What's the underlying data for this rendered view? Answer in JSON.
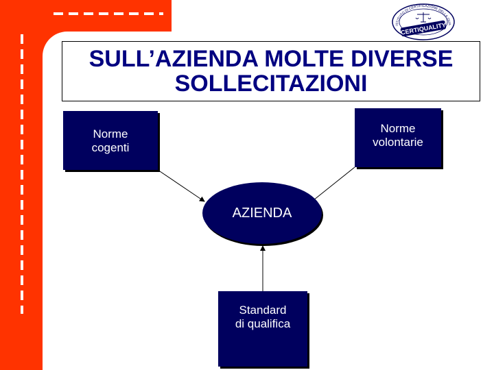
{
  "title": "SULL’AZIENDA MOLTE DIVERSE\nSOLLECITAZIONI",
  "logo": {
    "text": "CERTIQUALITY",
    "ring_text": "ISTITUTO DI CERTIFICAZIONE DELLA QUALITÀ",
    "icon": "scales-icon"
  },
  "nodes": {
    "cogenti": "Norme\ncogenti",
    "volontarie": "Norme\nvolontarie",
    "azienda": "AZIENDA",
    "standard": "Standard\ndi qualifica"
  },
  "colors": {
    "accent": "#ff3300",
    "box_fill": "#00005e",
    "title": "#000080"
  }
}
